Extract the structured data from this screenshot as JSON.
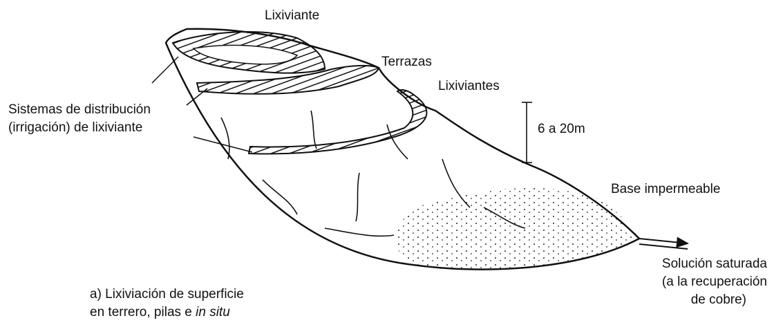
{
  "labels": {
    "top_leachant": "Lixiviante",
    "terraces": "Terrazas",
    "leachants": "Lixiviantes",
    "distribution_line1": "Sistemas de distribución",
    "distribution_line2": "(irrigación) de lixiviante",
    "height": "6 a 20m",
    "base": "Base impermeable",
    "solution_line1": "Solución saturada",
    "solution_line2": "(a la recuperación",
    "solution_line3": "de cobre)",
    "caption_line1": "a) Lixiviación de superficie",
    "caption_line2_prefix": "en terrero, pilas e ",
    "caption_line2_italic": "in situ"
  },
  "colors": {
    "ink": "#111111",
    "background": "#ffffff"
  }
}
